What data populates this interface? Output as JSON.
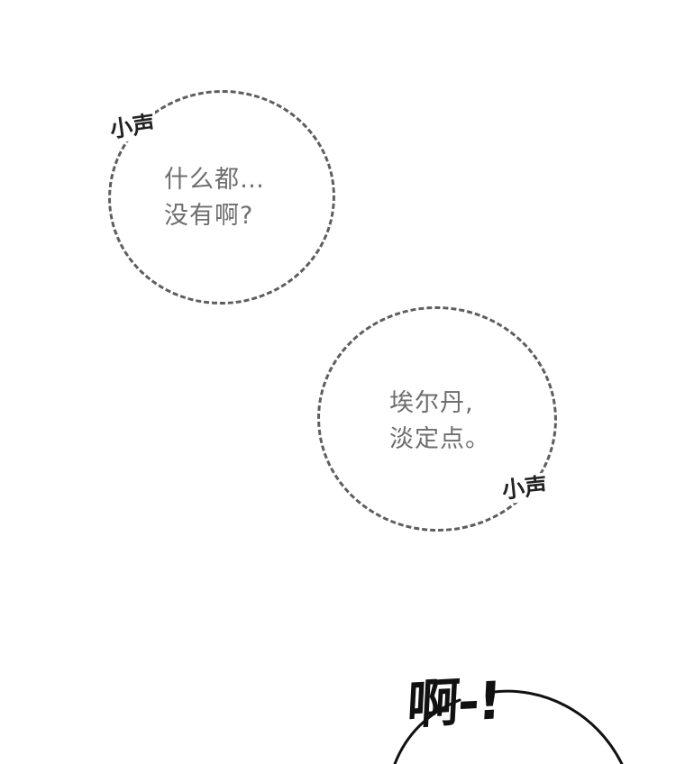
{
  "bubbles": [
    {
      "lines": [
        "什么都…",
        "没有啊?"
      ],
      "whisper_tag": "小声"
    },
    {
      "lines": [
        "埃尔丹,",
        "淡定点。"
      ],
      "whisper_tag": "小声"
    }
  ],
  "exclamation": "啊-!",
  "colors": {
    "bubble_border": "#5e5e5e",
    "bubble_text": "#6e6e6e",
    "ink": "#111111",
    "background": "#ffffff"
  }
}
